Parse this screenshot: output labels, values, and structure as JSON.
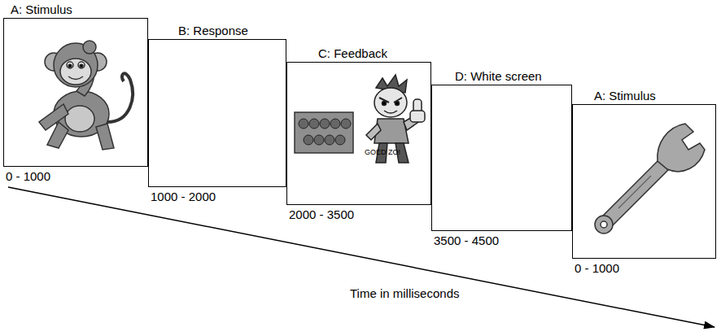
{
  "diagram": {
    "nodes": [
      {
        "text": [
          "A: Stimulus",
          "0 - 1000"
        ]
      },
      {
        "text": [
          "B: Response",
          "1000 - 2000"
        ]
      },
      {
        "text": [
          "C: Feedback",
          "2000 - 3500"
        ]
      },
      {
        "text": [
          "D: White screen",
          "3500 - 4500"
        ]
      },
      {
        "text": [
          "A: Stimulus",
          "0 - 1000"
        ]
      }
    ],
    "labels": [
      "GOED ZO!",
      "Time in milliseconds"
    ]
  }
}
